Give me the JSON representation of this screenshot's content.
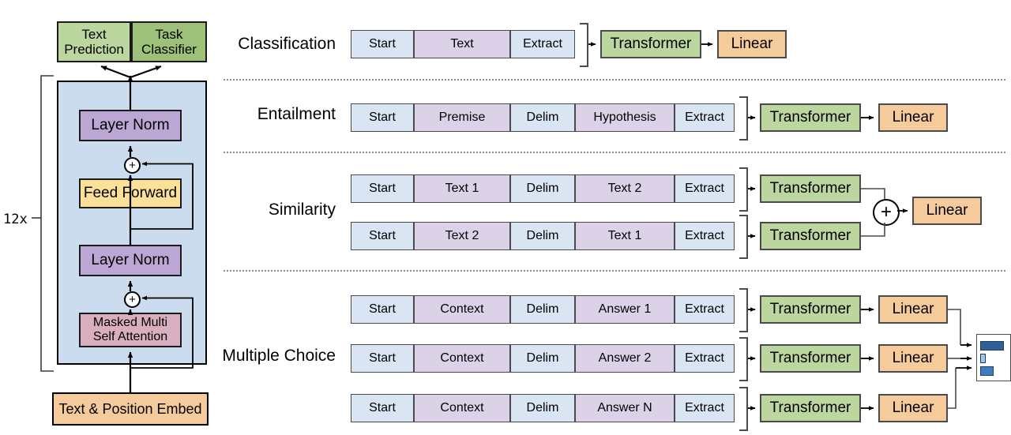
{
  "left_stack": {
    "repeat_label": "12x",
    "heads": [
      {
        "id": "text-prediction",
        "label": "Text\nPrediction",
        "color": "#bcd6a0"
      },
      {
        "id": "task-classifier",
        "label": "Task\nClassifier",
        "color": "#9dc178"
      }
    ],
    "layers": [
      {
        "id": "layer-norm-top",
        "label": "Layer Norm",
        "color": "#bca7d4"
      },
      {
        "id": "feed-forward",
        "label": "Feed Forward",
        "color": "#fbe09a"
      },
      {
        "id": "layer-norm-bottom",
        "label": "Layer Norm",
        "color": "#bca7d4"
      },
      {
        "id": "masked-multi-self-attention",
        "label": "Masked Multi\nSelf Attention",
        "color": "#d9afc0"
      }
    ],
    "embedding": {
      "id": "text-position-embed",
      "label": "Text & Position Embed",
      "color": "#f5cb9c"
    },
    "add_symbol": "+"
  },
  "tasks": [
    {
      "id": "classification",
      "label": "Classification",
      "rows": [
        {
          "tokens": [
            {
              "text": "Start",
              "kind": "special"
            },
            {
              "text": "Text",
              "kind": "content"
            },
            {
              "text": "Extract",
              "kind": "special"
            }
          ]
        }
      ],
      "transformer_label": "Transformer",
      "linear_label": "Linear"
    },
    {
      "id": "entailment",
      "label": "Entailment",
      "rows": [
        {
          "tokens": [
            {
              "text": "Start",
              "kind": "special"
            },
            {
              "text": "Premise",
              "kind": "content"
            },
            {
              "text": "Delim",
              "kind": "special"
            },
            {
              "text": "Hypothesis",
              "kind": "content"
            },
            {
              "text": "Extract",
              "kind": "special"
            }
          ]
        }
      ],
      "transformer_label": "Transformer",
      "linear_label": "Linear"
    },
    {
      "id": "similarity",
      "label": "Similarity",
      "rows": [
        {
          "tokens": [
            {
              "text": "Start",
              "kind": "special"
            },
            {
              "text": "Text 1",
              "kind": "content"
            },
            {
              "text": "Delim",
              "kind": "special"
            },
            {
              "text": "Text 2",
              "kind": "content"
            },
            {
              "text": "Extract",
              "kind": "special"
            }
          ]
        },
        {
          "tokens": [
            {
              "text": "Start",
              "kind": "special"
            },
            {
              "text": "Text 2",
              "kind": "content"
            },
            {
              "text": "Delim",
              "kind": "special"
            },
            {
              "text": "Text 1",
              "kind": "content"
            },
            {
              "text": "Extract",
              "kind": "special"
            }
          ]
        }
      ],
      "transformer_label": "Transformer",
      "linear_label": "Linear",
      "add_symbol": "+"
    },
    {
      "id": "multiple-choice",
      "label": "Multiple Choice",
      "rows": [
        {
          "tokens": [
            {
              "text": "Start",
              "kind": "special"
            },
            {
              "text": "Context",
              "kind": "content"
            },
            {
              "text": "Delim",
              "kind": "special"
            },
            {
              "text": "Answer 1",
              "kind": "content"
            },
            {
              "text": "Extract",
              "kind": "special"
            }
          ]
        },
        {
          "tokens": [
            {
              "text": "Start",
              "kind": "special"
            },
            {
              "text": "Context",
              "kind": "content"
            },
            {
              "text": "Delim",
              "kind": "special"
            },
            {
              "text": "Answer 2",
              "kind": "content"
            },
            {
              "text": "Extract",
              "kind": "special"
            }
          ]
        },
        {
          "tokens": [
            {
              "text": "Start",
              "kind": "special"
            },
            {
              "text": "Context",
              "kind": "content"
            },
            {
              "text": "Delim",
              "kind": "special"
            },
            {
              "text": "Answer N",
              "kind": "content"
            },
            {
              "text": "Extract",
              "kind": "special"
            }
          ]
        }
      ],
      "transformer_label": "Transformer",
      "linear_label": "Linear"
    }
  ],
  "score_chart": {
    "type": "bar",
    "orientation": "horizontal",
    "bars": [
      {
        "length_pct": 82,
        "color": "#2f5f96"
      },
      {
        "length_pct": 16,
        "color": "#a8c4e2"
      },
      {
        "length_pct": 45,
        "color": "#3c7ebf"
      }
    ]
  },
  "colors": {
    "block_bg": "#ccdcef",
    "layer_norm": "#bca7d4",
    "feed_forward": "#fbe09a",
    "attention": "#d9afc0",
    "embed": "#f5cb9c",
    "transformer": "#bcd6a0",
    "linear": "#f5cb9c",
    "token_special": "#d9e5f2",
    "token_content": "#dcd2e7",
    "separator": "#8a8a8a"
  }
}
